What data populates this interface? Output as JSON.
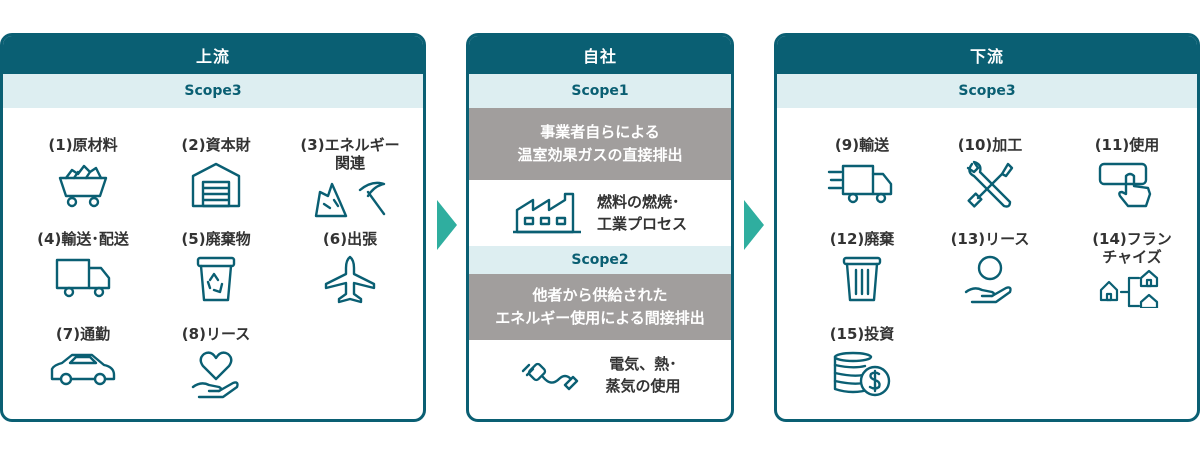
{
  "upstream": {
    "title": "上流",
    "scope": "Scope3",
    "items": [
      {
        "label": "(1)原材料",
        "icon": "ore-cart-icon"
      },
      {
        "label": "(2)資本財",
        "icon": "warehouse-icon"
      },
      {
        "label": "(3)エネルギー",
        "label2": "関連",
        "icon": "mining-icon"
      },
      {
        "label": "(4)輸送･配送",
        "icon": "truck-icon"
      },
      {
        "label": "(5)廃棄物",
        "icon": "recycle-bin-icon"
      },
      {
        "label": "(6)出張",
        "icon": "airplane-icon"
      },
      {
        "label": "(7)通勤",
        "icon": "car-icon"
      },
      {
        "label": "(8)リース",
        "icon": "heart-hand-icon"
      }
    ]
  },
  "company": {
    "title": "自社",
    "scope1": "Scope1",
    "scope1_desc": [
      "事業者自らによる",
      "温室効果ガスの直接排出"
    ],
    "scope1_item": [
      "燃料の燃焼･",
      "工業プロセス"
    ],
    "scope2": "Scope2",
    "scope2_desc": [
      "他者から供給された",
      "エネルギー使用による間接排出"
    ],
    "scope2_item": [
      "電気、熱･",
      "蒸気の使用"
    ]
  },
  "downstream": {
    "title": "下流",
    "scope": "Scope3",
    "items": [
      {
        "label": "(9)輸送",
        "icon": "fast-truck-icon"
      },
      {
        "label": "(10)加工",
        "icon": "wrench-screwdriver-icon"
      },
      {
        "label": "(11)使用",
        "icon": "hand-pointer-icon"
      },
      {
        "label": "(12)廃棄",
        "icon": "trash-bin-icon"
      },
      {
        "label": "(13)リース",
        "icon": "hand-coin-icon"
      },
      {
        "label": "(14)フラン",
        "label2": "チャイズ",
        "icon": "franchise-houses-icon"
      },
      {
        "label": "(15)投資",
        "icon": "coins-dollar-icon"
      }
    ]
  },
  "colors": {
    "primary": "#0a5f73",
    "scope_bg": "#ddeef1",
    "grey": "#a19e9d",
    "arrow": "#2fae9f"
  }
}
